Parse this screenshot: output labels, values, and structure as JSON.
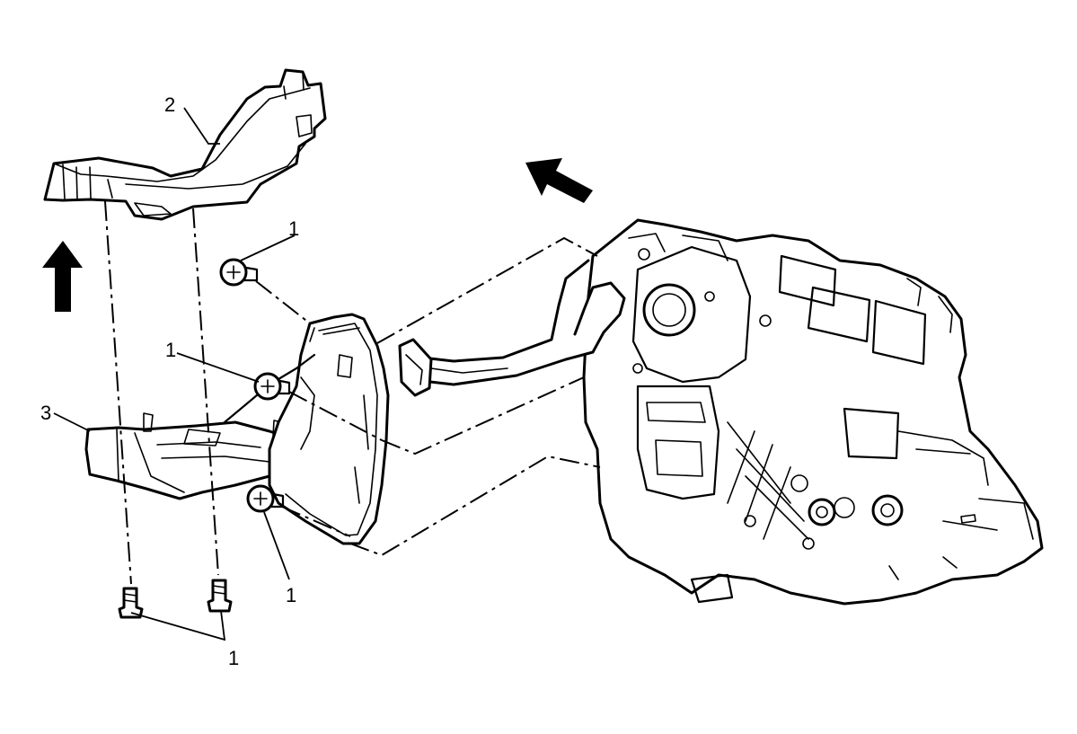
{
  "diagram": {
    "callouts": {
      "fastener_top": "1",
      "fastener_middle": "1",
      "fastener_lower": "1",
      "fastener_bottom_pair": "1",
      "upper_duct": "2",
      "lower_duct": "3"
    },
    "style": {
      "line_color": "#000000",
      "background": "#ffffff"
    },
    "icons": {
      "upper_direction": "arrow-up-icon",
      "removal_direction": "arrow-up-left-icon"
    }
  }
}
